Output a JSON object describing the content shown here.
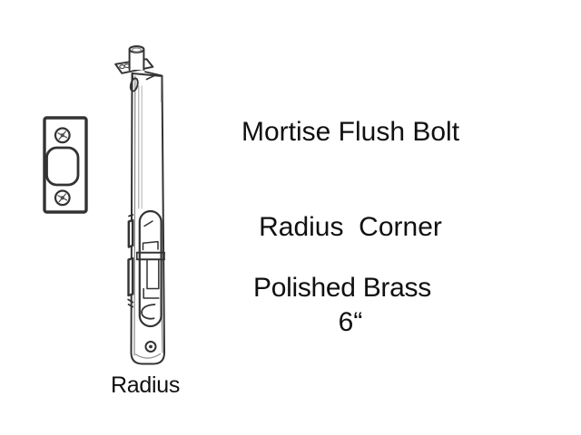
{
  "product": {
    "title_lines": [
      "Mortise Flush Bolt",
      "Radius  Corner",
      "6“"
    ],
    "finish_label": "Polished Brass",
    "corner_style_label": "Radius"
  },
  "illustration": {
    "strike_plate_icon": "strike-plate-line-drawing",
    "flush_bolt_icon": "flush-bolt-line-drawing",
    "line_color": "#333333",
    "line_color_light": "#8f8f8f",
    "background_color": "#ffffff",
    "text_color": "#101010"
  }
}
